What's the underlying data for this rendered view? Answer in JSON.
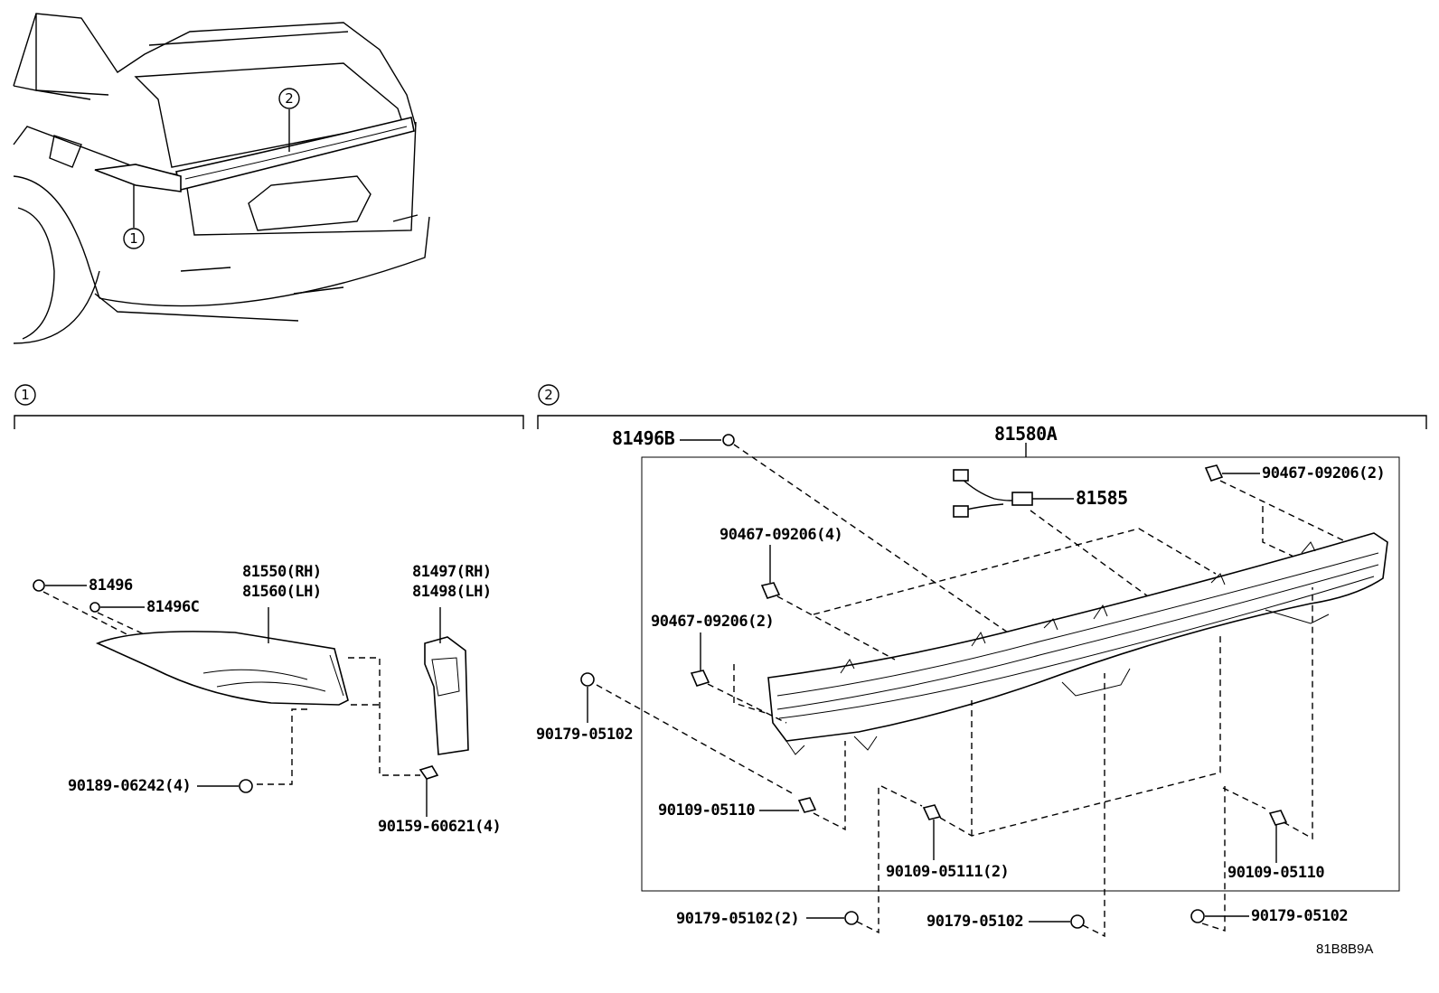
{
  "diagram": {
    "drawing_code": "81B8B9A",
    "callouts": [
      "1",
      "2"
    ],
    "section1": {
      "label": "1",
      "parts": {
        "p81496": "81496",
        "p81496c": "81496C",
        "p81550": "81550(RH)",
        "p81560": "81560(LH)",
        "p81497": "81497(RH)",
        "p81498": "81498(LH)",
        "p90189": "90189-06242(4)",
        "p90159": "90159-60621(4)"
      }
    },
    "section2": {
      "label": "2",
      "parts": {
        "p81580a": "81580A",
        "p81496b": "81496B",
        "p81585": "81585",
        "p90467_top": "90467-09206(2)",
        "p90467_4": "90467-09206(4)",
        "p90467_2": "90467-09206(2)",
        "p90179_left": "90179-05102",
        "p90109_a": "90109-05110",
        "p90109_b": "90109-05111(2)",
        "p90109_c": "90109-05110",
        "p90179_b1": "90179-05102(2)",
        "p90179_b2": "90179-05102",
        "p90179_b3": "90179-05102"
      }
    }
  }
}
